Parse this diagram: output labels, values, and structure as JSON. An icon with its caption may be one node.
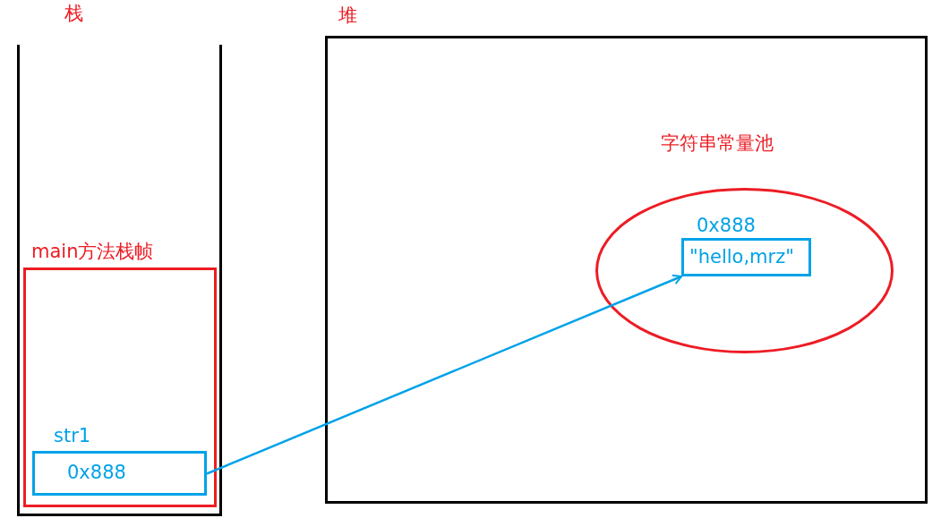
{
  "diagram": {
    "nodes": [
      {
        "text": [
          "栈"
        ]
      },
      {
        "text": [
          "main方法栈帧"
        ],
        "in": 0
      },
      {
        "text": [
          "str1",
          "0x888"
        ],
        "in": 1
      },
      {
        "text": [
          "堆"
        ]
      },
      {
        "text": [
          "字符串常量池"
        ],
        "in": 3
      },
      {
        "text": [
          "0x888",
          "\"hello,mrz\""
        ],
        "in": 4
      }
    ],
    "edges": [
      {
        "from": 2,
        "to": 5,
        "arrow": "to"
      }
    ]
  }
}
